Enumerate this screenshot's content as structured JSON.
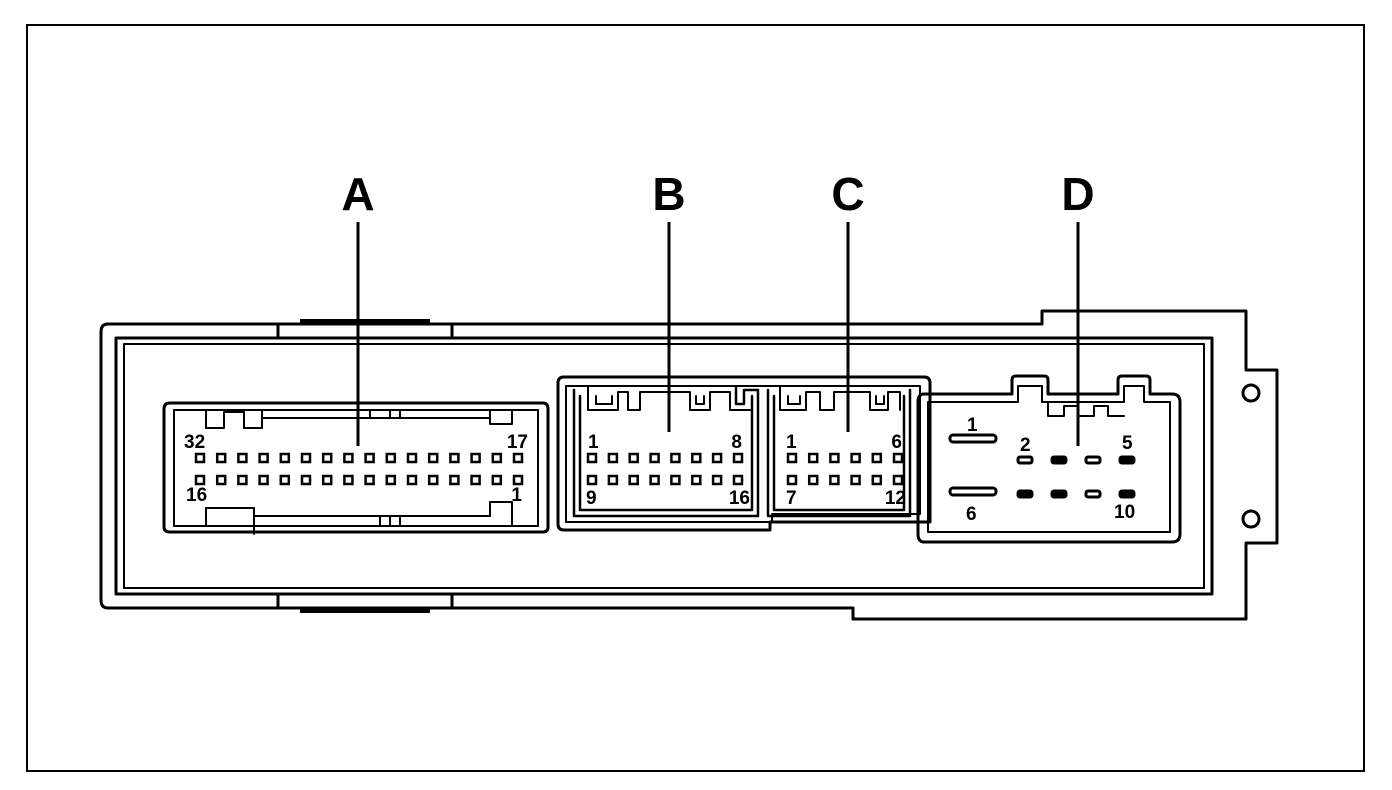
{
  "connectors": {
    "a": {
      "letter": "A",
      "pins": {
        "top_left": "32",
        "top_right": "17",
        "bottom_left": "16",
        "bottom_right": "1"
      }
    },
    "b": {
      "letter": "B",
      "pins": {
        "top_left": "1",
        "top_right": "8",
        "bottom_left": "9",
        "bottom_right": "16"
      }
    },
    "c": {
      "letter": "C",
      "pins": {
        "top_left": "1",
        "top_right": "6",
        "bottom_left": "7",
        "bottom_right": "12"
      }
    },
    "d": {
      "letter": "D",
      "pins": {
        "top_left": "1",
        "top_mid": "2",
        "top_right": "5",
        "bottom_left": "6",
        "bottom_right": "10"
      }
    }
  },
  "colors": {
    "line": "#000000",
    "background": "#ffffff"
  }
}
